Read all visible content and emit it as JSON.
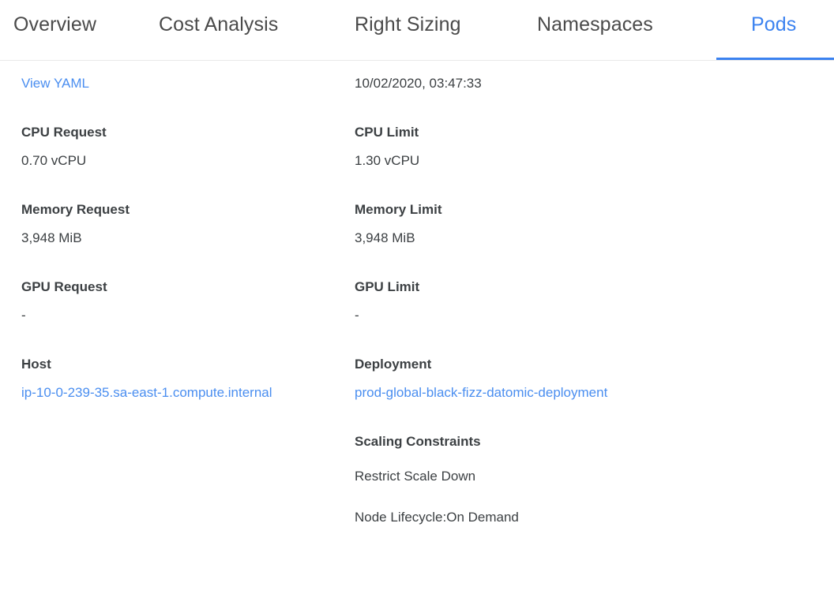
{
  "tabs": [
    {
      "label": "Overview",
      "active": false,
      "key": "overview"
    },
    {
      "label": "Cost Analysis",
      "active": false,
      "key": "cost-analysis"
    },
    {
      "label": "Right Sizing",
      "active": false,
      "key": "right-sizing"
    },
    {
      "label": "Namespaces",
      "active": false,
      "key": "namespaces"
    },
    {
      "label": "Pods",
      "active": true,
      "key": "pods"
    }
  ],
  "colors": {
    "accent": "#3b82f0",
    "link": "#4a8ef0",
    "text": "#3c4043",
    "border": "#e9e9e9"
  },
  "left_column": {
    "view_yaml_label": "View YAML",
    "fields": [
      {
        "label": "CPU Request",
        "value": "0.70 vCPU"
      },
      {
        "label": "Memory Request",
        "value": "3,948 MiB"
      },
      {
        "label": "GPU Request",
        "value": "-"
      },
      {
        "label": "Host",
        "value": "ip-10-0-239-35.sa-east-1.compute.internal",
        "is_link": true
      }
    ]
  },
  "right_column": {
    "timestamp": "10/02/2020, 03:47:33",
    "fields": [
      {
        "label": "CPU Limit",
        "value": "1.30 vCPU"
      },
      {
        "label": "Memory Limit",
        "value": "3,948 MiB"
      },
      {
        "label": "GPU Limit",
        "value": "-"
      },
      {
        "label": "Deployment",
        "value": "prod-global-black-fizz-datomic-deployment",
        "is_link": true
      }
    ],
    "scaling_constraints": {
      "label": "Scaling Constraints",
      "items": [
        "Restrict Scale Down",
        "Node Lifecycle:On Demand"
      ]
    }
  }
}
